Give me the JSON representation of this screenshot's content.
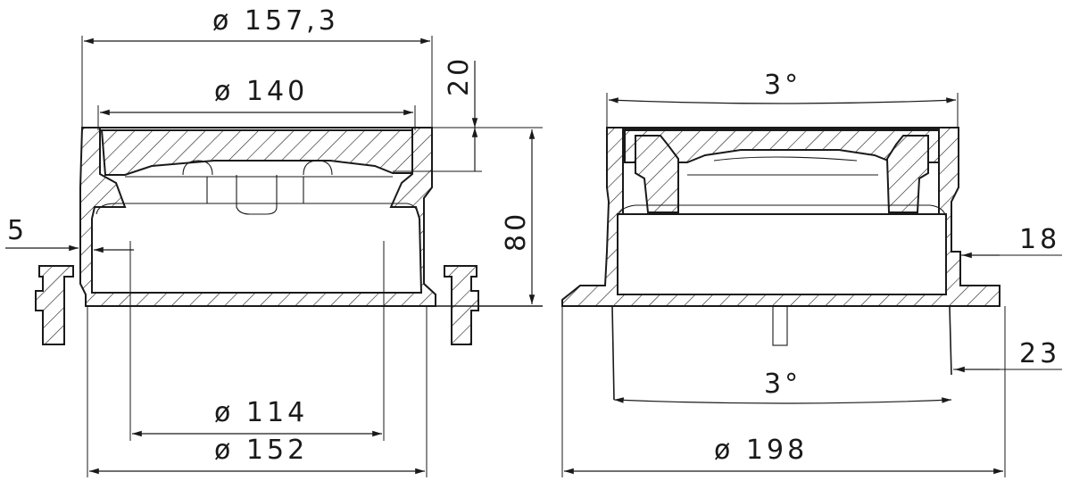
{
  "left_view": {
    "dim_top_diameter": "ø 157,3",
    "dim_grate_diameter": "ø 140",
    "dim_grate_depth": "20",
    "dim_height": "80",
    "dim_wall": "5",
    "dim_inner_diameter": "ø 114",
    "dim_base_diameter": "ø 152"
  },
  "right_view": {
    "dim_top_angle": "3°",
    "dim_bottom_angle": "3°",
    "dim_flange": "18",
    "dim_skirt": "23",
    "dim_outer_diameter": "ø 198"
  }
}
